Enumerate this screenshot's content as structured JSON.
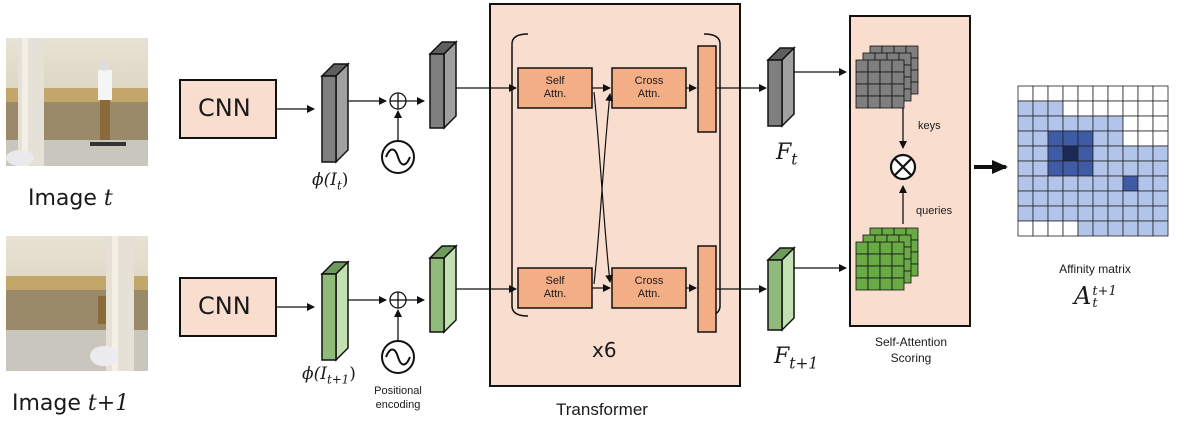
{
  "images": {
    "top_label": "Image",
    "top_var": "t",
    "bottom_label": "Image",
    "bottom_var": "t+1"
  },
  "cnn": {
    "label": "CNN"
  },
  "features": {
    "phi_top": "ϕ(I",
    "phi_top_sub": "t",
    "phi_bottom": "ϕ(I",
    "phi_bottom_sub": "t+1",
    "out_top": "F",
    "out_top_sub": "t",
    "out_bottom": "F",
    "out_bottom_sub": "t+1"
  },
  "positional_encoding": {
    "label_line1": "Positional",
    "label_line2": "encoding"
  },
  "transformer": {
    "label": "Transformer",
    "repeat": "x6",
    "self_attn_line1": "Self",
    "self_attn_line2": "Attn.",
    "cross_attn_line1": "Cross",
    "cross_attn_line2": "Attn."
  },
  "scoring": {
    "label_line1": "Self-Attention",
    "label_line2": "Scoring",
    "keys": "keys",
    "queries": "queries"
  },
  "affinity": {
    "label": "Affinity matrix",
    "symbol": "A",
    "symbol_sub": "t",
    "symbol_sup": "t+1"
  },
  "colors": {
    "peach": "#f9decf",
    "orange_box": "#f4ae85",
    "gray_feature": "#7f7f7f",
    "green_feature": "#8fba7a",
    "green_grid": "#6aaa45",
    "gray_grid": "#7f7f7f",
    "blue_dark": "#22356b",
    "blue_mid": "#3f5ba6",
    "blue_light": "#b3c4ea",
    "blue_pale": "#dbe3f6"
  }
}
